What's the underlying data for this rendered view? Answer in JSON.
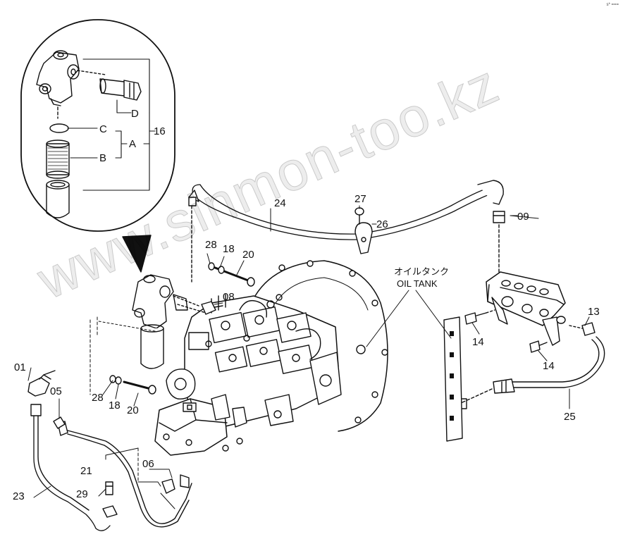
{
  "watermark": "www.sinmon-too.kz",
  "corner_mark": "s* ===",
  "oil_tank": {
    "jp": "オイルタンク",
    "en": "OIL TANK"
  },
  "callouts": {
    "n01": "01",
    "n05": "05",
    "n06": "06",
    "n08": "08",
    "n09": "09",
    "n13": "13",
    "n14a": "14",
    "n14b": "14",
    "n16": "16",
    "n18a": "18",
    "n18b": "18",
    "n20a": "20",
    "n20b": "20",
    "n21": "21",
    "n23": "23",
    "n24": "24",
    "n25": "25",
    "n26": "26",
    "n27": "27",
    "n28a": "28",
    "n28b": "28",
    "n29": "29",
    "A": "A",
    "B": "B",
    "C": "C",
    "D": "D"
  }
}
